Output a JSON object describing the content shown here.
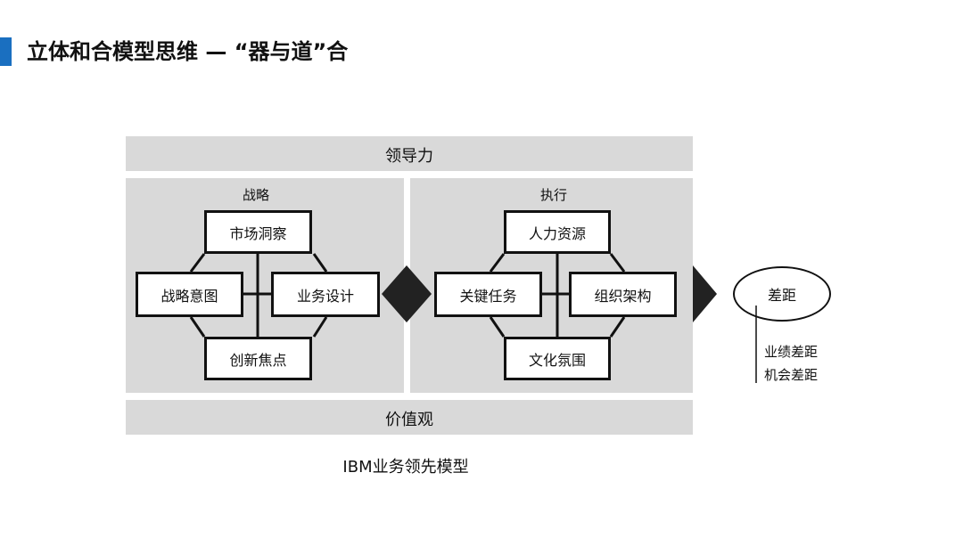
{
  "title": "立体和合模型思维 — “器与道”合",
  "top_band": "领导力",
  "bottom_band": "价值观",
  "strategy": {
    "label": "战略",
    "boxes": {
      "top": "市场洞察",
      "left": "战略意图",
      "right": "业务设计",
      "bottom": "创新焦点"
    }
  },
  "execution": {
    "label": "执行",
    "boxes": {
      "top": "人力资源",
      "left": "关键任务",
      "right": "组织架构",
      "bottom": "文化氛围"
    }
  },
  "gap": {
    "label": "差距",
    "items": [
      "业绩差距",
      "机会差距"
    ]
  },
  "caption": "IBM业务领先模型"
}
